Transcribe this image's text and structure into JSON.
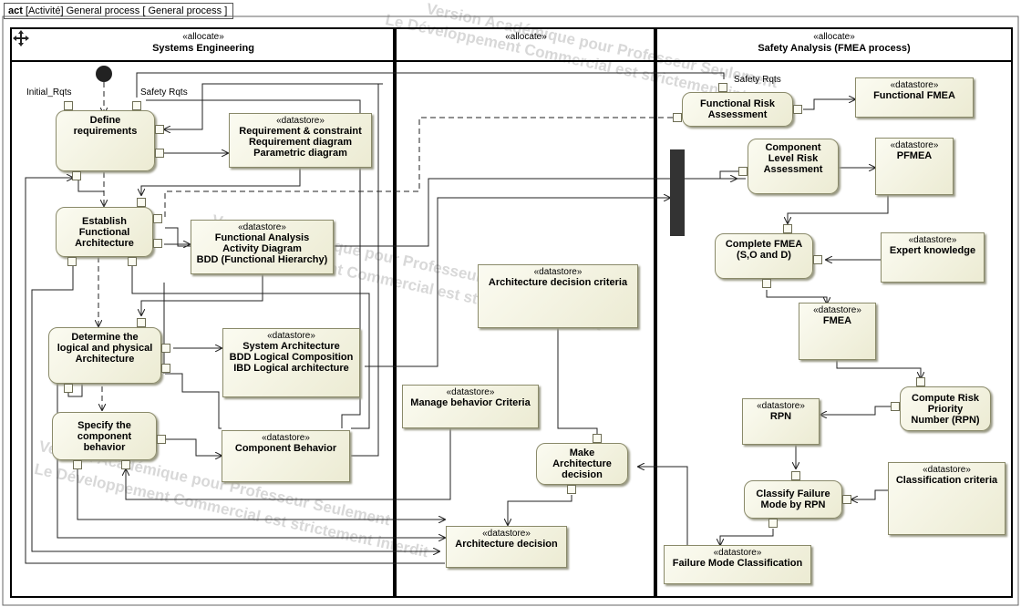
{
  "frame": {
    "kind": "act",
    "title": "[Activité] General process [ General process ]"
  },
  "lanes": [
    {
      "id": "se",
      "stereotype": "«allocate»",
      "name": "Systems Engineering"
    },
    {
      "id": "mid",
      "stereotype": "«allocate»",
      "name": ""
    },
    {
      "id": "sa",
      "stereotype": "«allocate»",
      "name": "Safety Analysis (FMEA process)"
    }
  ],
  "actions": {
    "define_req": "Define\nrequirements",
    "establish_fa": "Establish\nFunctional\nArchitecture",
    "determine_la": "Determine the\nlogical and physical\nArchitecture",
    "specify_cb": "Specify the\ncomponent\nbehavior",
    "make_decision": "Make\nArchitecture\ndecision",
    "functional_risk": "Functional Risk\nAssessment",
    "component_risk": "Component\nLevel Risk\nAssessment",
    "complete_fmea": "Complete FMEA\n(S,O and D)",
    "compute_rpn": "Compute Risk\nPriority\nNumber (RPN)",
    "classify": "Classify Failure\nMode by RPN"
  },
  "datastore_stereotype": "«datastore»",
  "datastores": {
    "req_constraint": "Requirement & constraint\nRequirement diagram\nParametric diagram",
    "func_analysis": "Functional Analysis\nActivity Diagram\nBDD (Functional Hierarchy)",
    "sys_arch": "System Architecture\nBDD Logical Composition\nIBD Logical architecture",
    "comp_behavior": "Component Behavior",
    "arch_criteria": "Architecture decision criteria",
    "manage_criteria": "Manage behavior Criteria",
    "arch_decision": "Architecture decision",
    "functional_fmea": "Functional FMEA",
    "pfmea": "PFMEA",
    "expert": "Expert knowledge",
    "fmea": "FMEA",
    "rpn": "RPN",
    "class_criteria": "Classification criteria",
    "fm_class": "Failure Mode Classification"
  },
  "pin_labels": {
    "initial_rqts": "Initial_Rqts",
    "safety_rqts_se": "Safety Rqts",
    "safety_rqts_sa": "Safety Rqts"
  },
  "watermarks": [
    "Version Académique pour Professeur Seulement",
    "Le Développement Commercial est strictement interdit"
  ],
  "icons": {
    "move": "move-cross-icon",
    "initial": "initial-node-icon",
    "fork": "fork-bar-icon"
  }
}
